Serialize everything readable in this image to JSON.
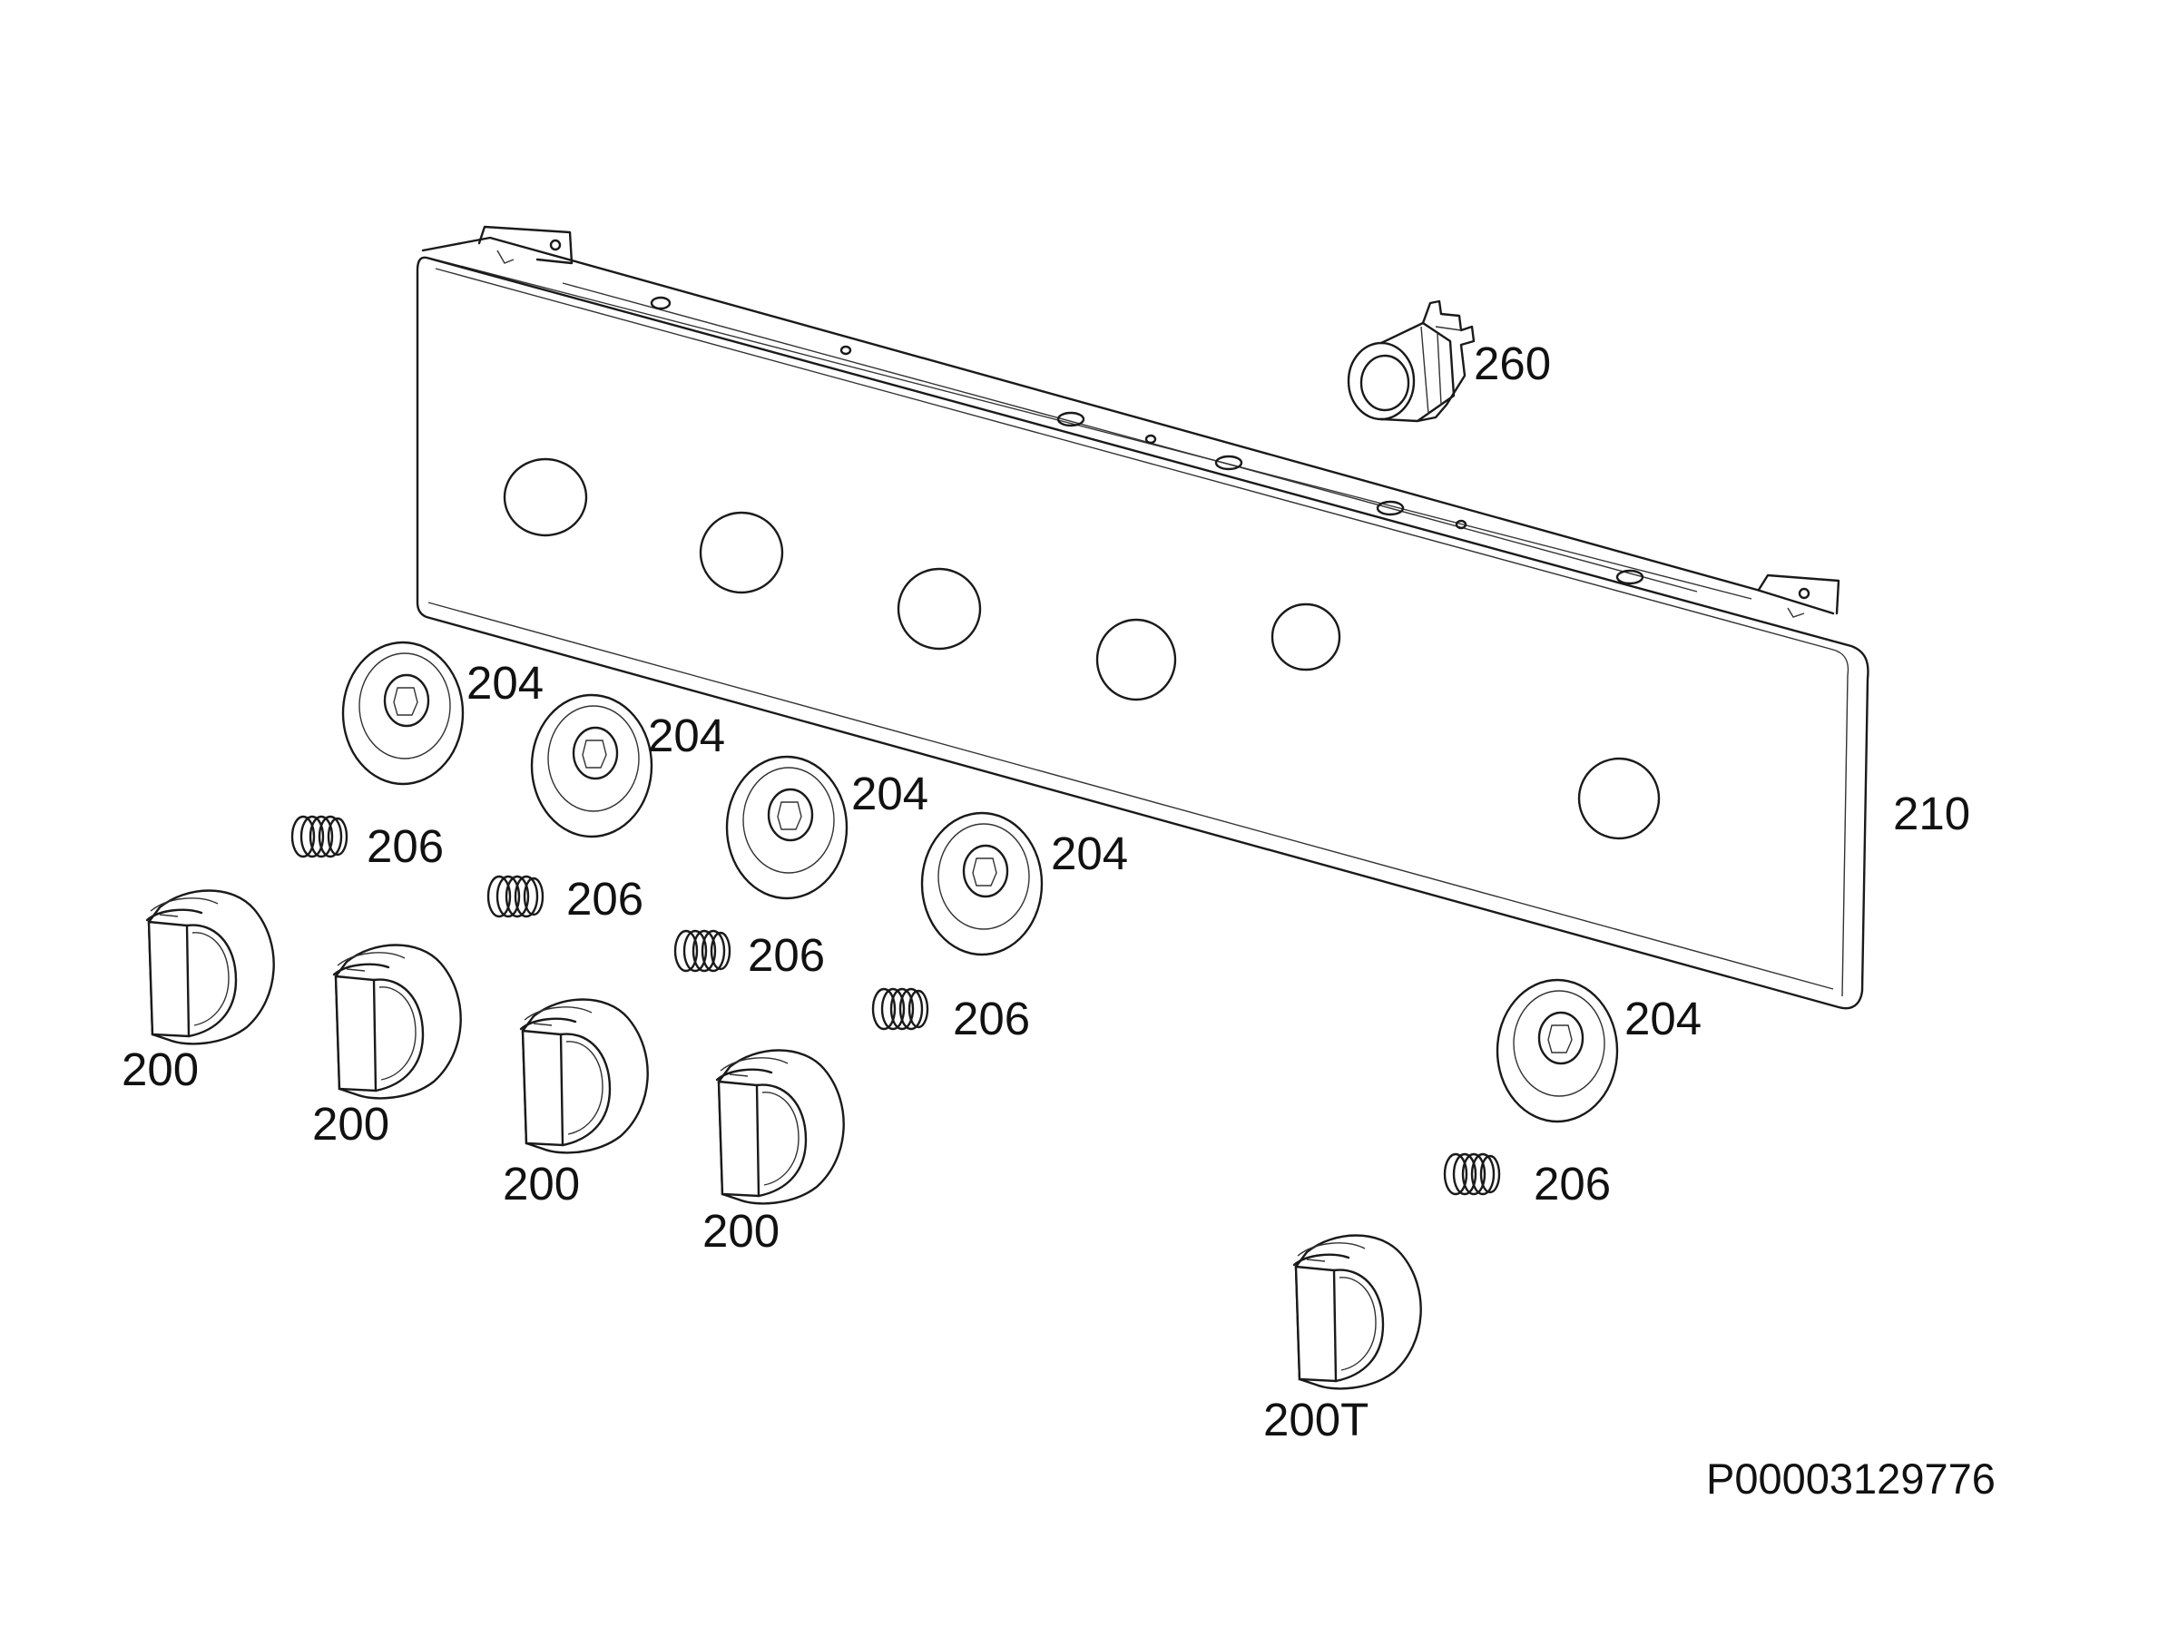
{
  "diagram": {
    "parts": [
      {
        "id": "panel",
        "label": "210"
      },
      {
        "id": "indicator-lamp",
        "label": "260"
      },
      {
        "id": "knob-bezel",
        "label": "204"
      },
      {
        "id": "spring",
        "label": "206"
      },
      {
        "id": "control-knob",
        "label": "200"
      },
      {
        "id": "thermostat-knob",
        "label": "200T"
      }
    ],
    "labels": {
      "panel": "210",
      "lamp": "260",
      "bezel_1": "204",
      "bezel_2": "204",
      "bezel_3": "204",
      "bezel_4": "204",
      "bezel_5": "204",
      "spring_1": "206",
      "spring_2": "206",
      "spring_3": "206",
      "spring_4": "206",
      "spring_5": "206",
      "knob_1": "200",
      "knob_2": "200",
      "knob_3": "200",
      "knob_4": "200",
      "knob_t": "200T"
    },
    "document_number": "P00003129776"
  }
}
